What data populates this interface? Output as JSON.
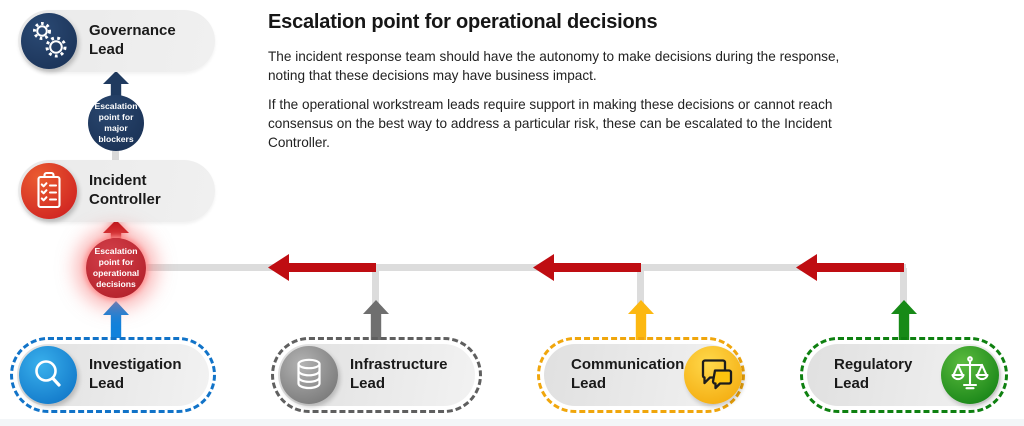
{
  "intro": {
    "title": "Escalation point for operational decisions",
    "paragraphs": [
      "The incident response team should have the autonomy to make decisions during the response, noting that these decisions may have business impact.",
      "If the operational workstream leads require support in making these decisions or cannot reach consensus on the best way to address a particular risk, these can be escalated to the Incident Controller."
    ]
  },
  "org": {
    "governance": {
      "label": "Governance Lead",
      "icon": "gears-icon"
    },
    "escalation_major": {
      "label": "Escalation point for major blockers"
    },
    "incident_controller": {
      "label": "Incident Controller",
      "icon": "clipboard-checklist-icon"
    },
    "escalation_operational": {
      "label": "Escalation point for operational decisions"
    },
    "leads": [
      {
        "label": "Investigation Lead",
        "icon": "magnifier-icon",
        "accent": "#1173c8"
      },
      {
        "label": "Infrastructure Lead",
        "icon": "database-icon",
        "accent": "#5f5f5f"
      },
      {
        "label": "Communication Lead",
        "icon": "chat-bubbles-icon",
        "accent": "#f0a60c"
      },
      {
        "label": "Regulatory Lead",
        "icon": "scales-icon",
        "accent": "#0e8010"
      }
    ]
  },
  "colors": {
    "navy": "#1f3a5f",
    "escalation_red": "#bf0d12",
    "connector_gray": "#dcdcdc",
    "investigation_blue": "#1182dc",
    "infrastructure_gray": "#6f6f6f",
    "communication_yellow": "#fcb811",
    "regulatory_green": "#178a17"
  }
}
